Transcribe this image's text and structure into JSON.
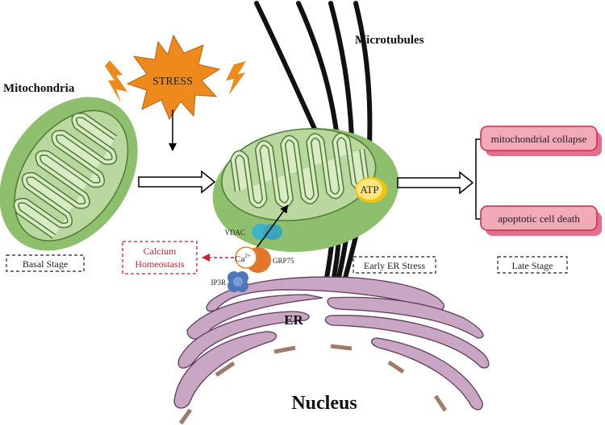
{
  "labels": {
    "mitochondria": "Mitochondria",
    "microtubules": "Microtubules",
    "stress": "STRESS",
    "atp": "ATP",
    "vdac": "VDAC",
    "grp75": "GRP75",
    "ip3r": "IP3R",
    "ca": "Ca",
    "ca_charge": "2+",
    "calcium_homeostasis_line1": "Calcium",
    "calcium_homeostasis_line2": "Homeostasis",
    "er": "ER",
    "nucleus": "Nucleus"
  },
  "stages": {
    "basal": "Basal Stage",
    "early": "Early ER Stress",
    "late": "Late Stage"
  },
  "outcomes": {
    "collapse": "mitochondrial collapse",
    "death": "apoptotic cell death"
  },
  "colors": {
    "mito_outer": "#8dbf6c",
    "mito_mid": "#b8d8a0",
    "cristae_fill": "#d8ebc4",
    "cristae_stroke": "#4e7a33",
    "er": "#c9a6c3",
    "er_stroke": "#5e3a58",
    "nucleus_pores": "#a07a6a",
    "stress": "#ee8a1c",
    "lightning": "#ee8a1c",
    "outcome_fill": "#f2a9b8",
    "outcome_shadow": "#e46f8a",
    "outcome_border": "#d62346",
    "calcium_text": "#cc2233",
    "vdac": "#3fb3c8",
    "grp75": "#e3762a",
    "ip3r": "#4f76b8",
    "atp_fill": "#fde680",
    "atp_stroke": "#f1c40f"
  }
}
